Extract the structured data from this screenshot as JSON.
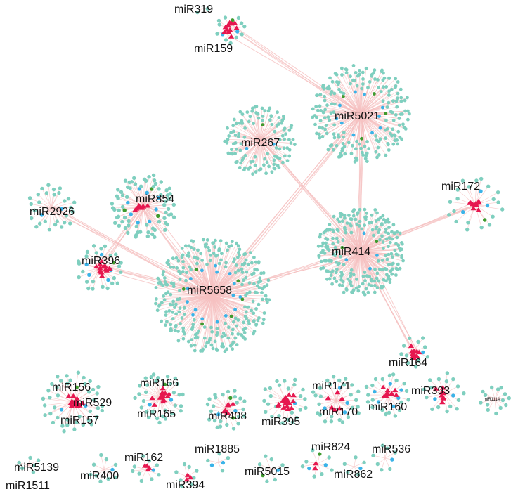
{
  "colors": {
    "edge": "#f5c0c0",
    "target_node": "#7fcfbf",
    "blue_node": "#3ab3e8",
    "green_node": "#3f9a2e",
    "mirna": "#e6174f",
    "label": "#111111"
  },
  "icons": {
    "target_node": "circle",
    "mirna_node": "triangle"
  },
  "network": {
    "mirnas": [
      {
        "id": "miR319"
      },
      {
        "id": "miR159"
      },
      {
        "id": "miR5021"
      },
      {
        "id": "miR267"
      },
      {
        "id": "miR2926"
      },
      {
        "id": "miR854"
      },
      {
        "id": "miR172"
      },
      {
        "id": "miR396"
      },
      {
        "id": "miR414"
      },
      {
        "id": "miR5658"
      },
      {
        "id": "miR164"
      },
      {
        "id": "miR156"
      },
      {
        "id": "miR529"
      },
      {
        "id": "miR157"
      },
      {
        "id": "miR166"
      },
      {
        "id": "miR165"
      },
      {
        "id": "miR408"
      },
      {
        "id": "miR395"
      },
      {
        "id": "miR171"
      },
      {
        "id": "miR170"
      },
      {
        "id": "miR160"
      },
      {
        "id": "miR393"
      },
      {
        "id": "miR1114"
      },
      {
        "id": "miR5139"
      },
      {
        "id": "miR1511"
      },
      {
        "id": "miR400"
      },
      {
        "id": "miR162"
      },
      {
        "id": "miR394"
      },
      {
        "id": "miR1885"
      },
      {
        "id": "miR5015"
      },
      {
        "id": "miR824"
      },
      {
        "id": "miR862"
      },
      {
        "id": "miR536"
      }
    ],
    "connections": [
      [
        "miR159",
        "miR5021"
      ],
      [
        "miR267",
        "miR414"
      ],
      [
        "miR5021",
        "miR414"
      ],
      [
        "miR5021",
        "miR5658"
      ],
      [
        "miR854",
        "miR5658"
      ],
      [
        "miR396",
        "miR5658"
      ],
      [
        "miR396",
        "miR854"
      ],
      [
        "miR2926",
        "miR5658"
      ],
      [
        "miR414",
        "miR5658"
      ],
      [
        "miR414",
        "miR172"
      ],
      [
        "miR414",
        "miR164"
      ]
    ]
  }
}
